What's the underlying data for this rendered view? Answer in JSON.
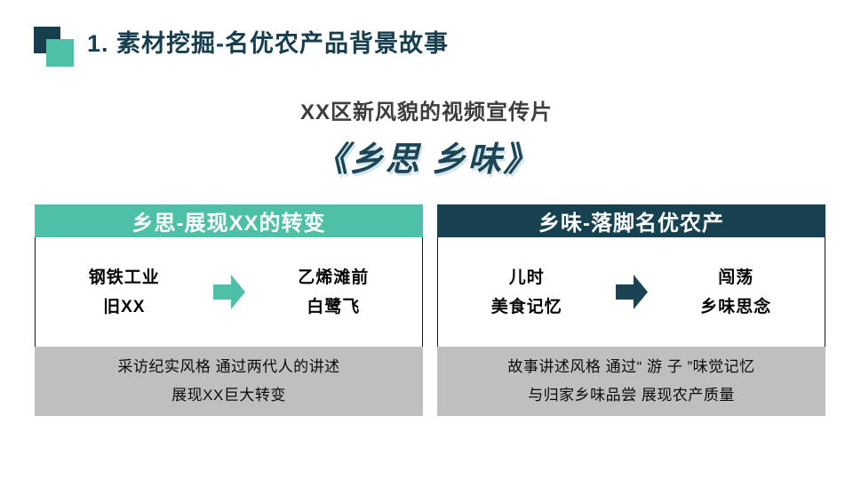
{
  "colors": {
    "accent_teal": "#4fc0a8",
    "accent_dark_slate": "#164150",
    "title_text": "#163e4e",
    "subtitle_text": "#3d3d3d",
    "main_title_text": "#1c4556",
    "footer_bg": "#bfbfbf",
    "body_text": "#050505",
    "slide_bg": "#ffffff"
  },
  "header": {
    "title": "1. 素材挖掘-名优农产品背景故事"
  },
  "intro": {
    "subtitle": "XX区新风貌的视频宣传片",
    "main_title": "《乡思 乡味》"
  },
  "panels": [
    {
      "header": "乡思-展现XX的转变",
      "before_lines": [
        "钢铁工业",
        "旧XX"
      ],
      "after_lines": [
        "乙烯滩前",
        "白鹭飞"
      ],
      "arrow_icon": "right-block-arrow-teal",
      "footer_lines": [
        "采访纪实风格 通过两代人的讲述",
        "展现XX巨大转变"
      ]
    },
    {
      "header": "乡味-落脚名优农产",
      "before_lines": [
        "儿时",
        "美食记忆"
      ],
      "after_lines": [
        "闯荡",
        "乡味思念"
      ],
      "arrow_icon": "right-block-arrow-dark",
      "footer_lines": [
        "故事讲述风格 通过“ 游 子 ”味觉记忆",
        "与归家乡味品尝 展现农产质量"
      ]
    }
  ]
}
